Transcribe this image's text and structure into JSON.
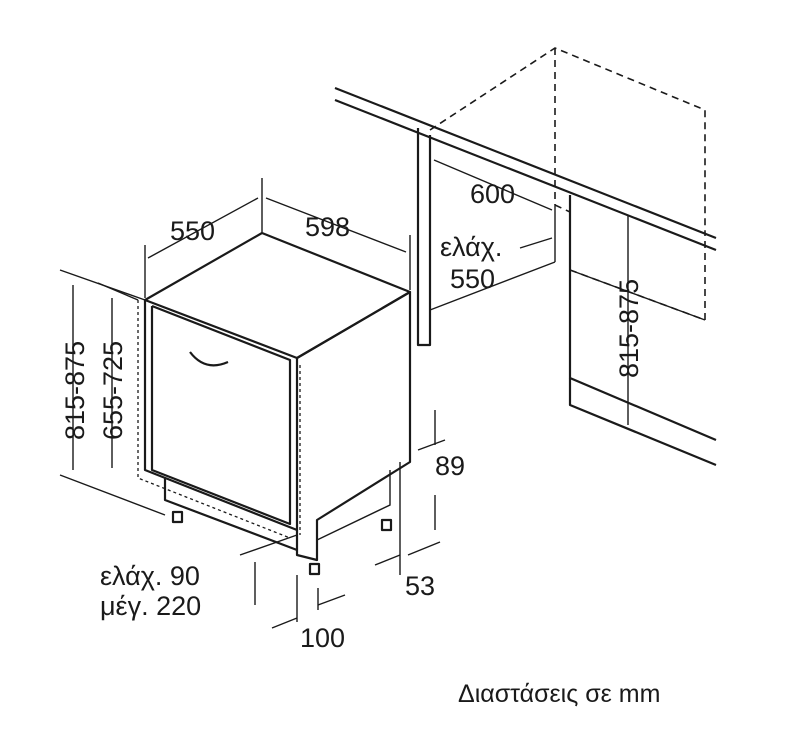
{
  "dimensions": {
    "depth": "550",
    "width": "598",
    "niche_width": "600",
    "niche_depth_label": "ελάχ.",
    "niche_depth_value": "550",
    "height_total_left": "815-875",
    "height_door": "655-725",
    "height_niche_right": "815-875",
    "plinth_offset": "89",
    "foot_offset": "53",
    "plinth_min": "ελάχ. 90",
    "plinth_max": "μέγ. 220",
    "plinth_depth": "100"
  },
  "caption": "Διαστάσεις σε mm"
}
